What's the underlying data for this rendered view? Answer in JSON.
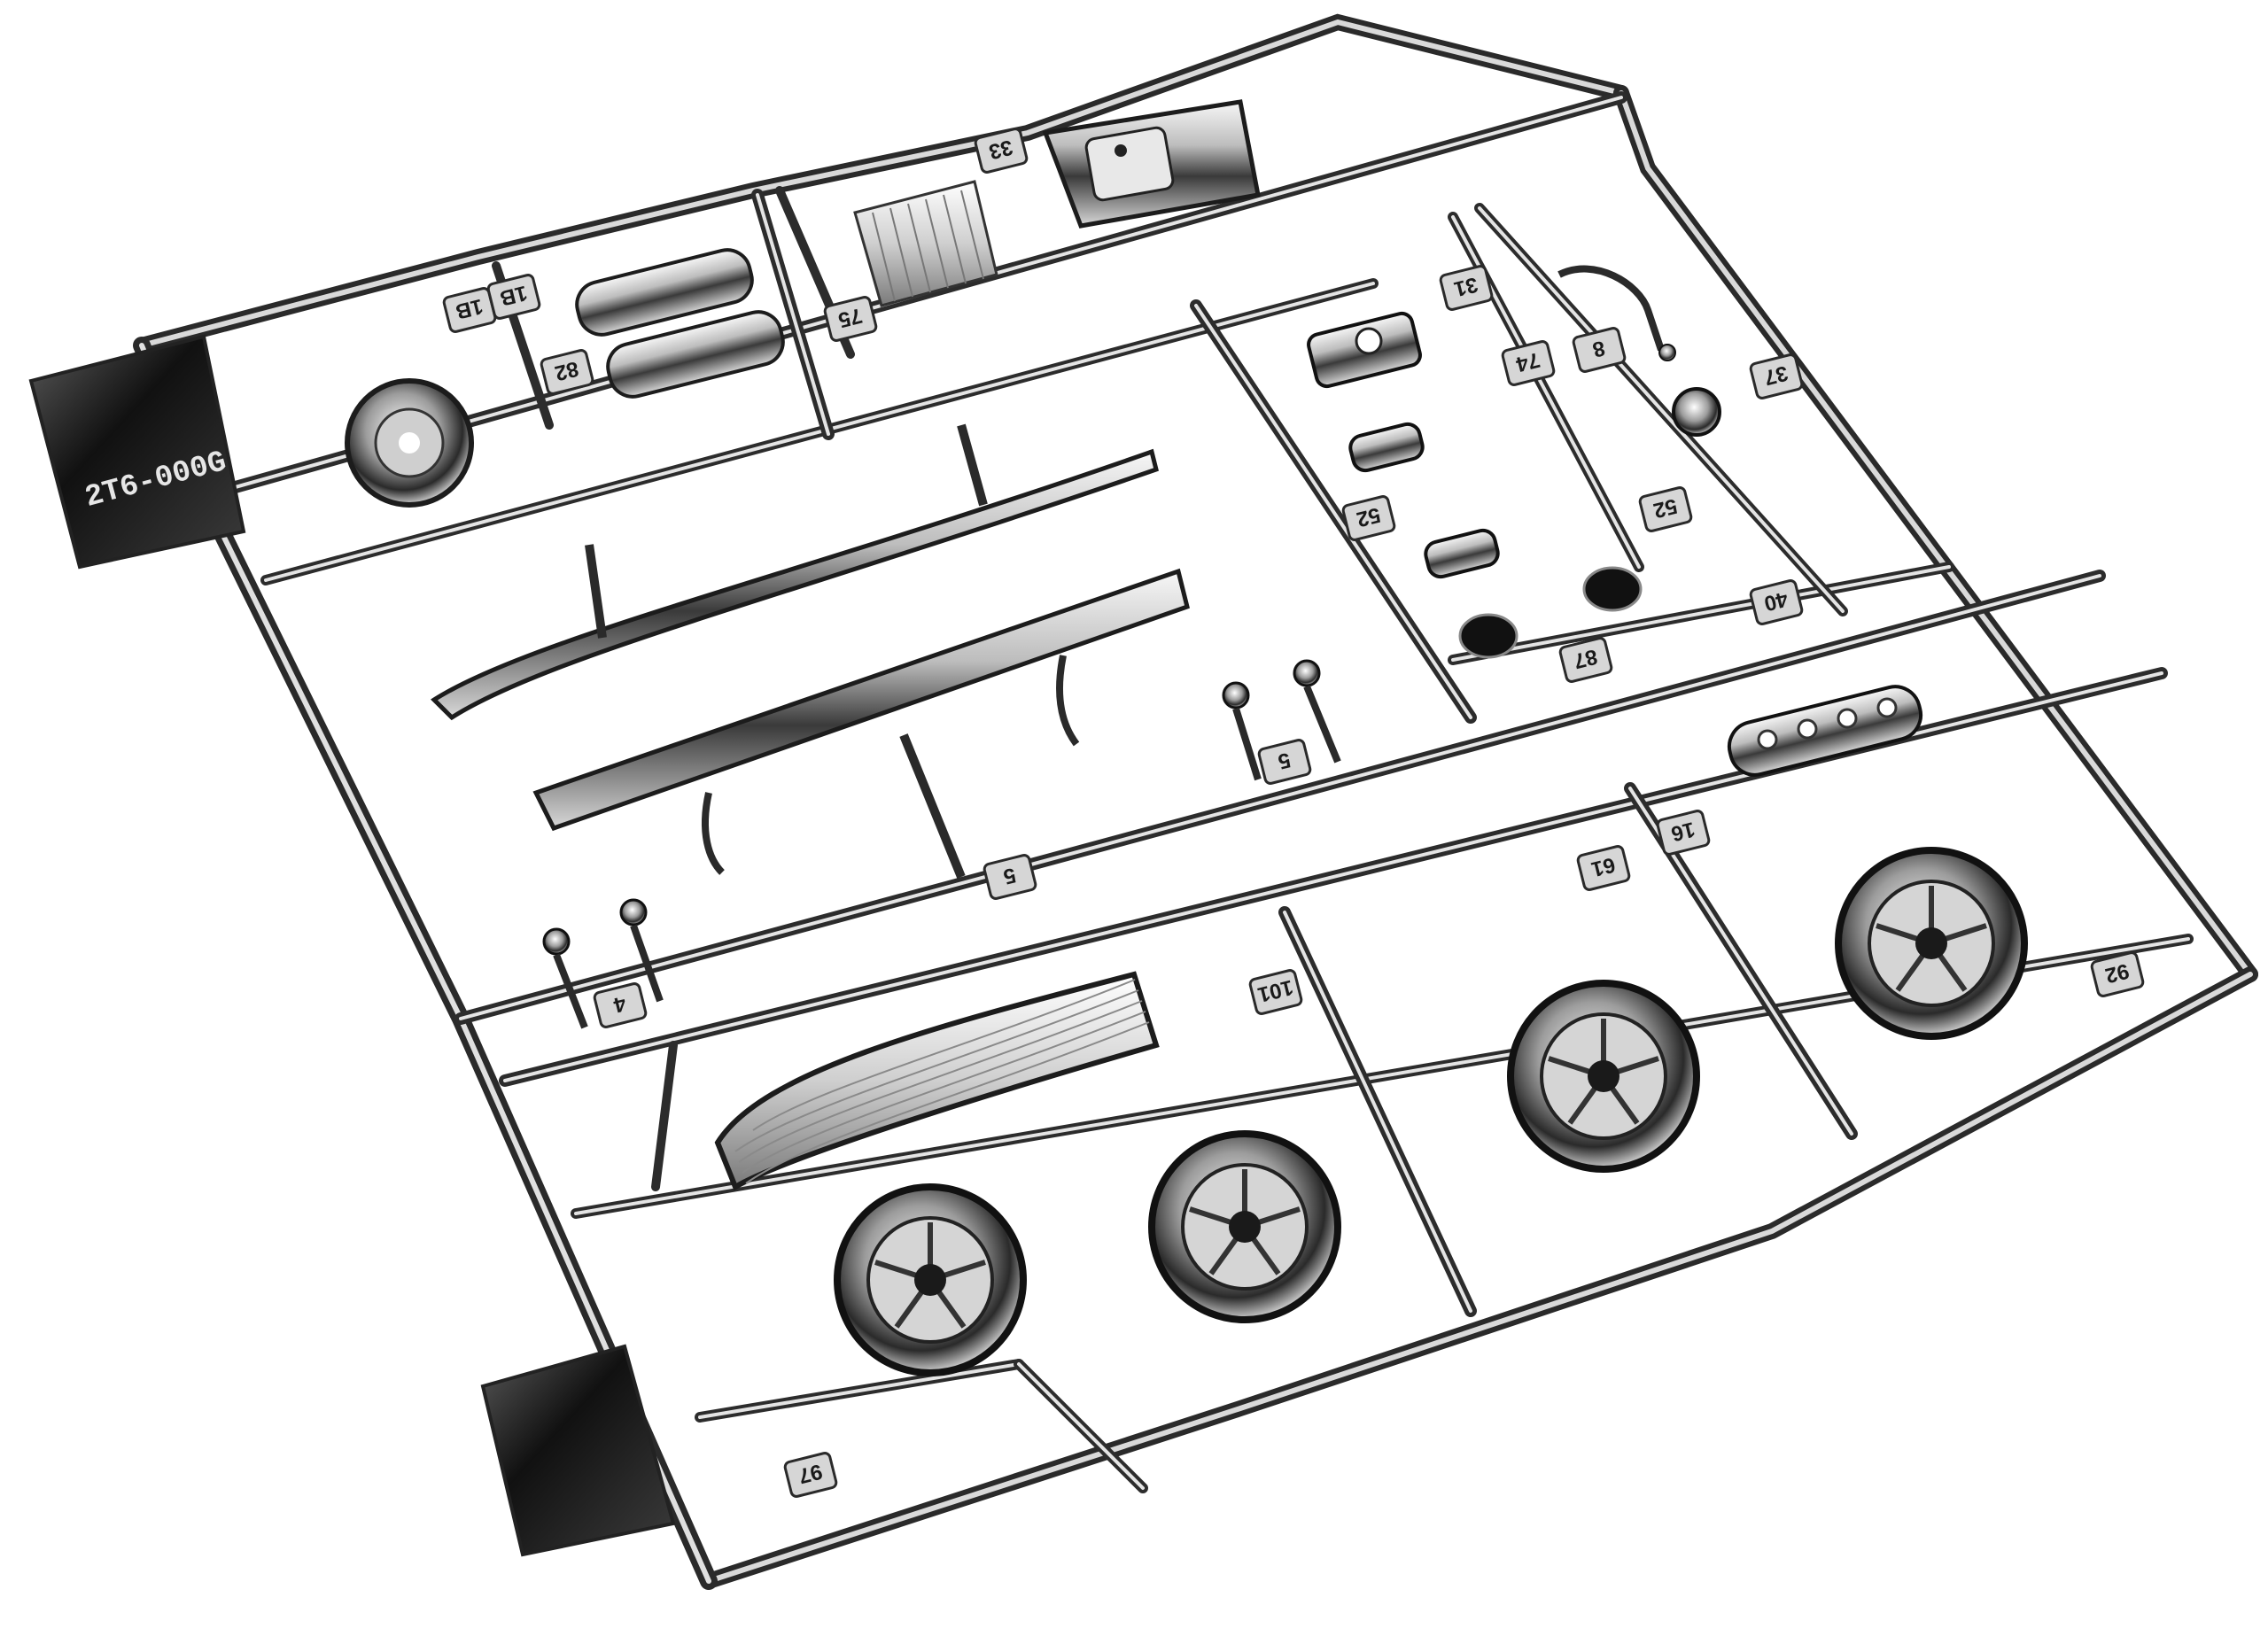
{
  "photo": {
    "subject": "chrome plastic model kit sprue",
    "colors": {
      "background": "#ffffff",
      "chrome_light": "#f2f2f2",
      "chrome_mid": "#9a9a9a",
      "chrome_dark": "#1c1c1c"
    }
  },
  "sprue": {
    "plate_number": "2T6-000G",
    "part_labels": [
      "1B",
      "1B",
      "82",
      "75",
      "33",
      "31",
      "74",
      "8",
      "37",
      "52",
      "52",
      "87",
      "40",
      "5",
      "5",
      "4",
      "101",
      "61",
      "16",
      "92",
      "97"
    ]
  }
}
